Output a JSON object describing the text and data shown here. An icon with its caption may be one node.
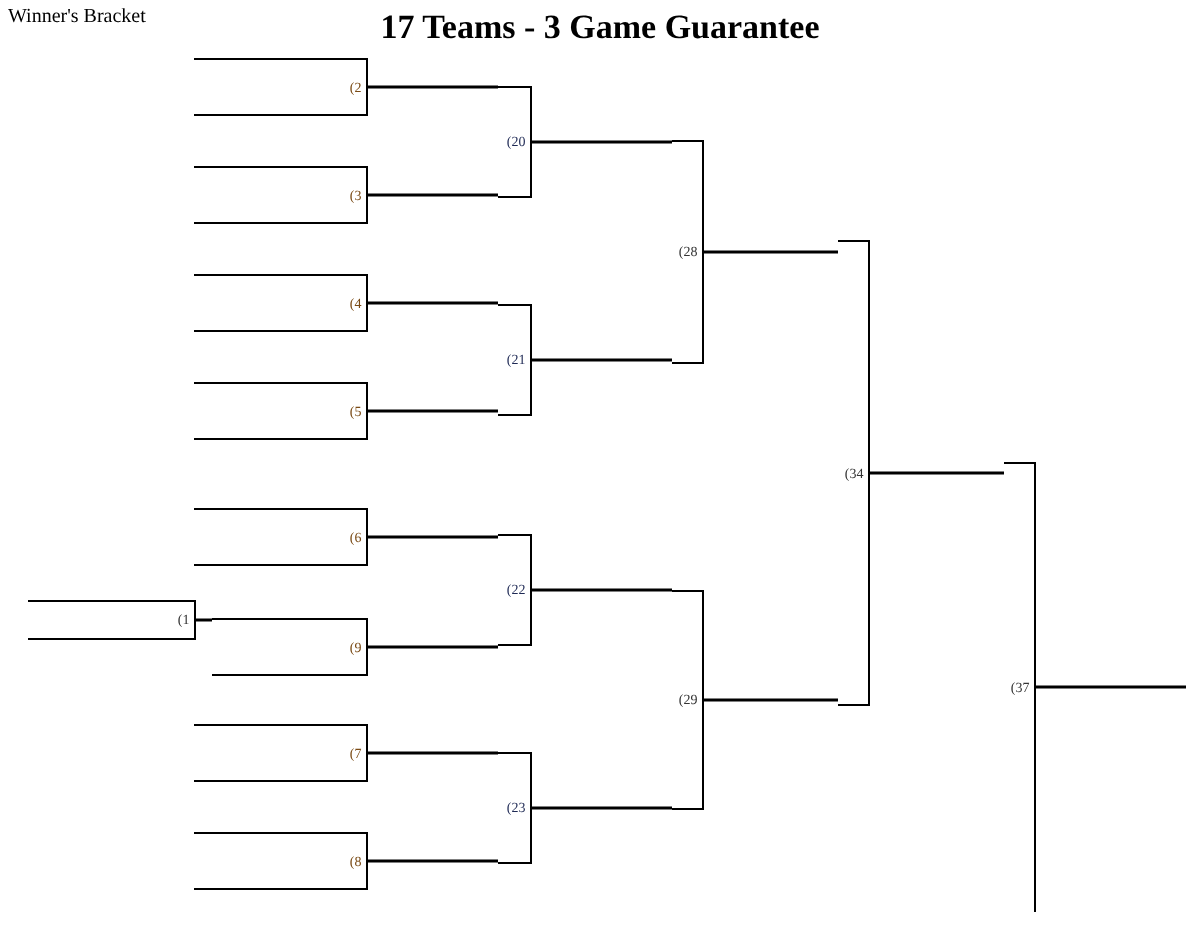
{
  "diagram": {
    "title": "17 Teams - 3 Game Guarantee",
    "nodes": [
      {
        "text": [
          "(2"
        ]
      },
      {
        "text": [
          "(3"
        ]
      },
      {
        "text": [
          "(4"
        ]
      },
      {
        "text": [
          "(5"
        ]
      },
      {
        "text": [
          "(6"
        ]
      },
      {
        "text": [
          "(1"
        ]
      },
      {
        "text": [
          "(9"
        ]
      },
      {
        "text": [
          "(7"
        ]
      },
      {
        "text": [
          "(8"
        ]
      },
      {
        "text": [
          "(20"
        ]
      },
      {
        "text": [
          "(21"
        ]
      },
      {
        "text": [
          "(22"
        ]
      },
      {
        "text": [
          "(23"
        ]
      },
      {
        "text": [
          "(28"
        ]
      },
      {
        "text": [
          "(29"
        ]
      },
      {
        "text": [
          "(34"
        ]
      },
      {
        "text": [
          "(37"
        ]
      }
    ],
    "edges": [
      {
        "from": 0,
        "to": 9,
        "arrow": "none"
      },
      {
        "from": 1,
        "to": 9,
        "arrow": "none"
      },
      {
        "from": 2,
        "to": 10,
        "arrow": "none"
      },
      {
        "from": 3,
        "to": 10,
        "arrow": "none"
      },
      {
        "from": 4,
        "to": 11,
        "arrow": "none"
      },
      {
        "from": 5,
        "to": 6,
        "arrow": "none"
      },
      {
        "from": 6,
        "to": 11,
        "arrow": "none"
      },
      {
        "from": 7,
        "to": 12,
        "arrow": "none"
      },
      {
        "from": 8,
        "to": 12,
        "arrow": "none"
      },
      {
        "from": 9,
        "to": 13,
        "arrow": "none"
      },
      {
        "from": 10,
        "to": 13,
        "arrow": "none"
      },
      {
        "from": 11,
        "to": 14,
        "arrow": "none"
      },
      {
        "from": 12,
        "to": 14,
        "arrow": "none"
      },
      {
        "from": 13,
        "to": 15,
        "arrow": "none"
      },
      {
        "from": 14,
        "to": 15,
        "arrow": "none"
      },
      {
        "from": 15,
        "to": 16,
        "arrow": "none"
      },
      {
        "from": 16,
        "to": null,
        "arrow": "none"
      }
    ],
    "labels": [
      "Winner's Bracket"
    ]
  }
}
